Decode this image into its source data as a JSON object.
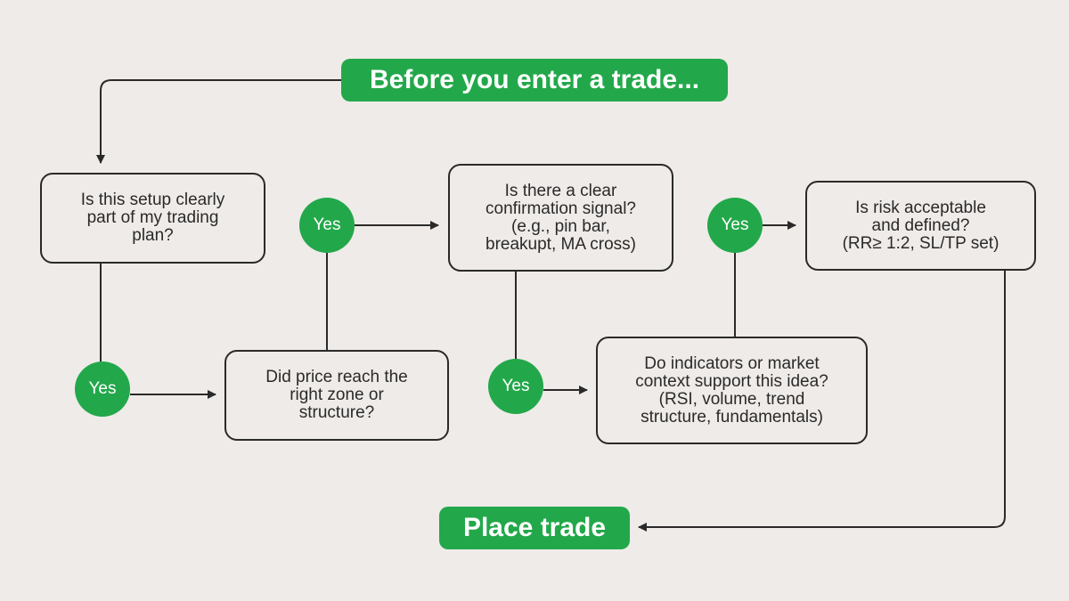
{
  "title": "Before you enter a trade...",
  "end": "Place trade",
  "yes_label": "Yes",
  "steps": [
    {
      "lines": [
        "Is this setup clearly",
        "part of my trading",
        "plan?"
      ]
    },
    {
      "lines": [
        "Did price reach the",
        "right zone or",
        "structure?"
      ]
    },
    {
      "lines": [
        "Is there a clear",
        "confirmation signal?",
        "(e.g., pin bar,",
        "breakupt, MA cross)"
      ]
    },
    {
      "lines": [
        "Do indicators or market",
        "context support this idea?",
        "(RSI, volume, trend",
        "structure, fundamentals)"
      ]
    },
    {
      "lines": [
        "Is risk acceptable",
        "and defined?",
        "(RR≥ 1:2, SL/TP set)"
      ]
    }
  ],
  "colors": {
    "accent": "#22a84a",
    "background": "#efebe8",
    "line": "#2a2a2a"
  }
}
